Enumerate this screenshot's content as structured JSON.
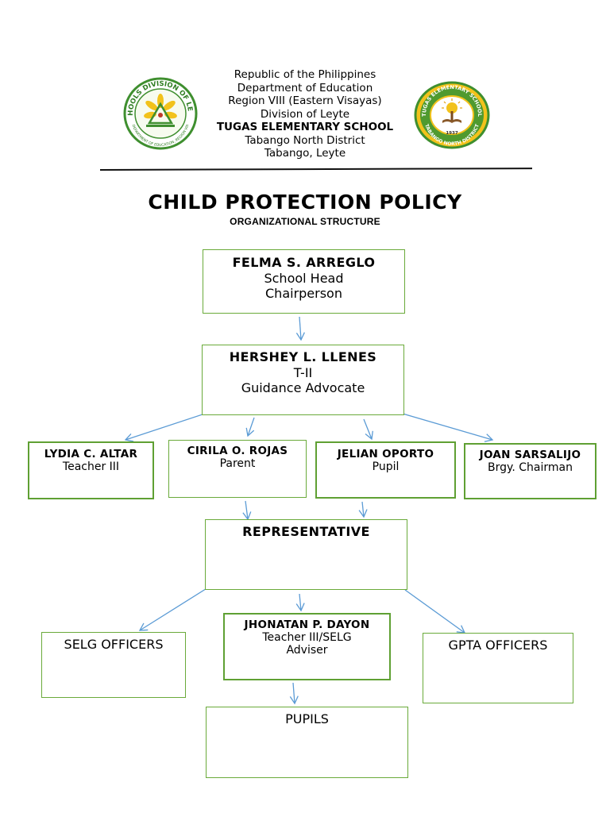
{
  "header": {
    "line1": "Republic of the Philippines",
    "line2": "Department of Education",
    "line3": "Region VIII (Eastern Visayas)",
    "line4": "Division of Leyte",
    "school": "TUGAS ELEMENTARY SCHOOL",
    "line6": "Tabango North District",
    "line7": "Tabango, Leyte"
  },
  "logos": {
    "left": {
      "ring_top": "SCHOOLS DIVISION OF LEYTE",
      "ring_bottom": "DEPARTMENT OF EDUCATION, REGION VIII"
    },
    "right": {
      "ring_top": "TUGAS ELEMENTARY SCHOOL",
      "ring_bottom": "TABANGO NORTH DISTRICT",
      "year": "1937"
    }
  },
  "title": "CHILD PROTECTION POLICY",
  "subtitle": "ORGANIZATIONAL STRUCTURE",
  "nodes": {
    "head": {
      "name": "FELMA S. ARREGLO",
      "role1": "School Head",
      "role2": "Chairperson"
    },
    "advocate": {
      "name": "HERSHEY L. LLENES",
      "role1": "T-II",
      "role2": "Guidance Advocate"
    },
    "teacher": {
      "name": "LYDIA C. ALTAR",
      "role": "Teacher III"
    },
    "parent": {
      "name": "CIRILA O. ROJAS",
      "role": "Parent"
    },
    "pupil": {
      "name": "JELIAN OPORTO",
      "role": "Pupil"
    },
    "brgy": {
      "name": "JOAN SARSALIJO",
      "role": "Brgy. Chairman"
    },
    "representative": {
      "label": "REPRESENTATIVE"
    },
    "selg": {
      "label": "SELG OFFICERS"
    },
    "adviser": {
      "name": "JHONATAN P. DAYON",
      "role1": "Teacher III/SELG",
      "role2": "Adviser"
    },
    "gpta": {
      "label": "GPTA OFFICERS"
    },
    "pupils": {
      "label": "PUPILS"
    }
  },
  "colors": {
    "box_border": "#6aaa3a",
    "arrow": "#5b9bd5",
    "seal_green": "#3f8f2f",
    "seal_yellow": "#f2c21b"
  }
}
